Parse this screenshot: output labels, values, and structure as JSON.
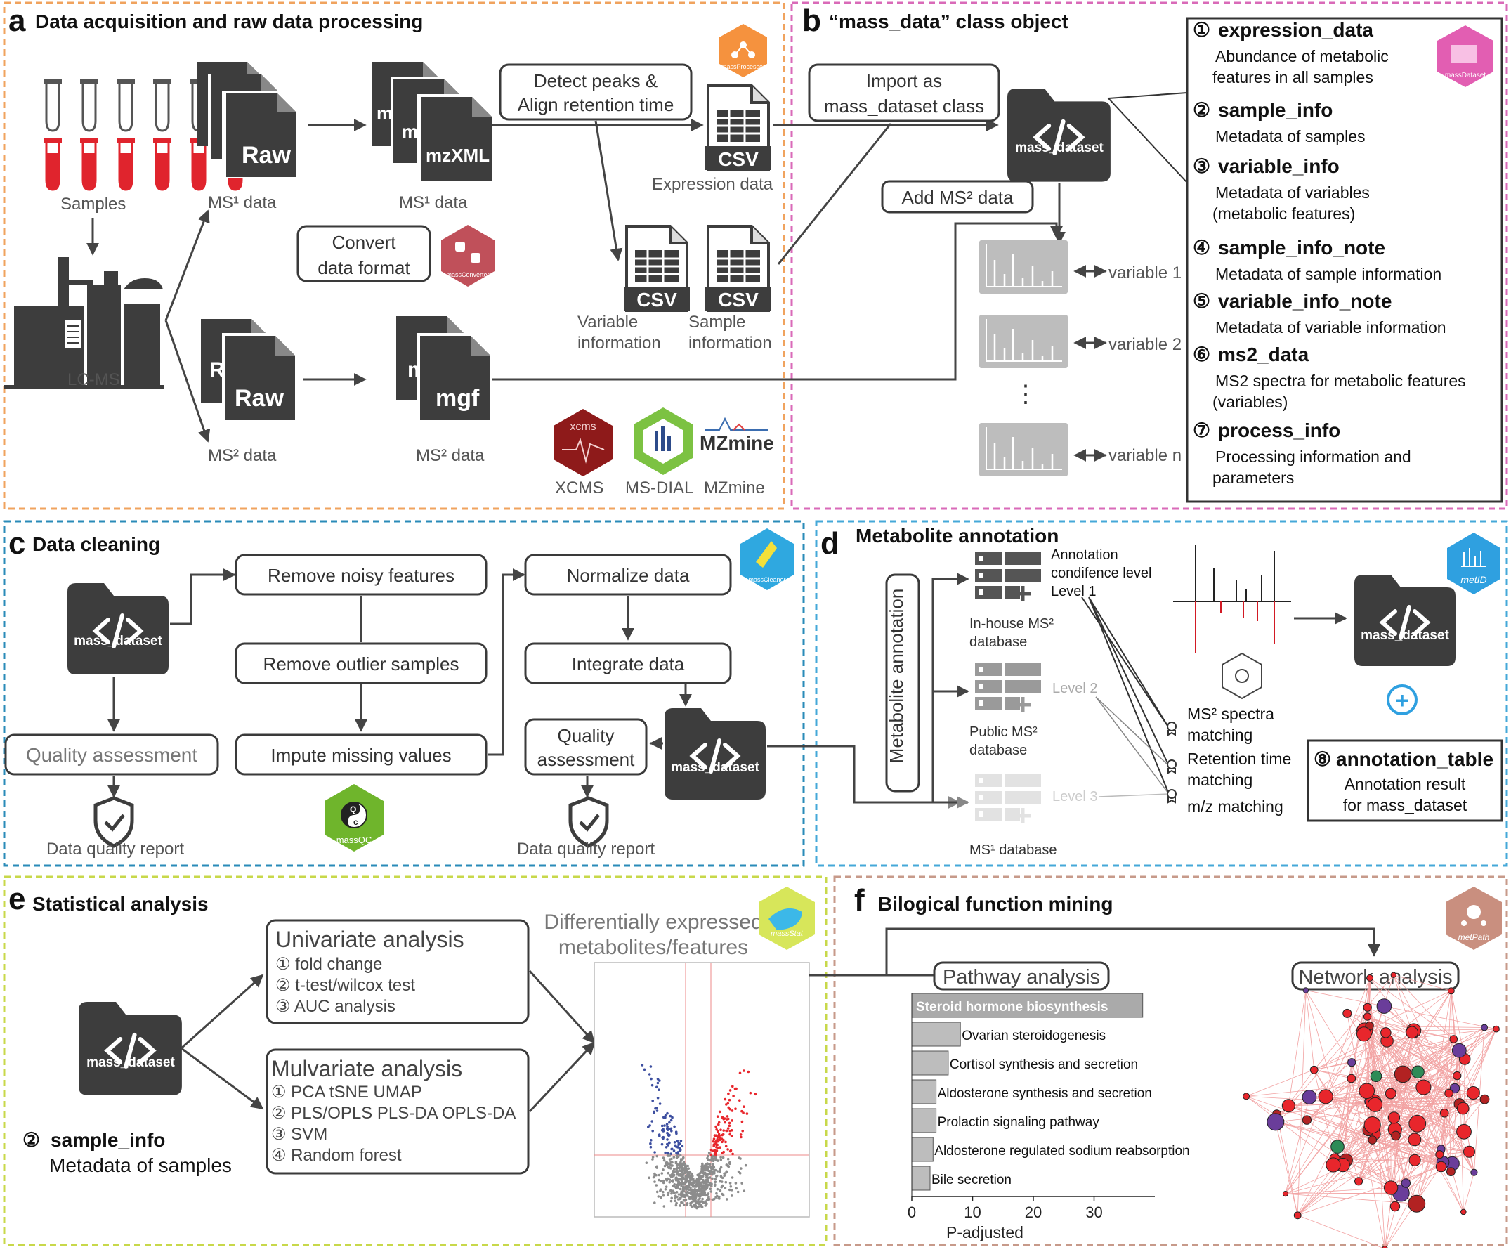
{
  "panel_a": {
    "letter": "a",
    "title": "Data acquisition and raw data processing",
    "samples": "Samples",
    "instrument": "LC-MS",
    "raw": "Raw",
    "raw_partial": "R",
    "raw_partial2": "Raw",
    "mzxml": "mzXML",
    "mz_partial": "mz",
    "mz_partial2": "mzXML",
    "mgf": "mgf",
    "mgf_partial": "mgf",
    "ms1_data": "MS¹ data",
    "ms2_data": "MS² data",
    "convert_line1": "Convert",
    "convert_line2": "data format",
    "detect_line1": "Detect peaks &",
    "detect_line2": "Align retention time",
    "csv": "CSV",
    "expression_data": "Expression data",
    "variable_line1": "Variable",
    "variable_line2": "information",
    "sample_line1": "Sample",
    "sample_line2": "information",
    "xcms_logo_text": "xcms",
    "mzmine_logo_text": "MZmine",
    "tool_xcms": "XCMS",
    "tool_msdial": "MS-DIAL",
    "tool_mzmine": "MZmine",
    "massprocesser": "massProcesser",
    "massconverter": "massConverter"
  },
  "panel_b": {
    "letter": "b",
    "title": "“mass_data” class object",
    "import_line1": "Import as",
    "import_line2": "mass_dataset class",
    "add_ms2": "Add MS² data",
    "mass_dataset": "mass_dataset",
    "variable_1": "variable 1",
    "variable_2": "variable 2",
    "variable_n": "variable n",
    "massdataset_logo": "massDataset",
    "slots": [
      {
        "num": "①",
        "name": "expression_data",
        "desc1": "Abundance of metabolic",
        "desc2": "features in all samples"
      },
      {
        "num": "②",
        "name": "sample_info",
        "desc1": "Metadata of samples",
        "desc2": ""
      },
      {
        "num": "③",
        "name": "variable_info",
        "desc1": "Metadata of variables",
        "desc2": "(metabolic features)"
      },
      {
        "num": "④",
        "name": "sample_info_note",
        "desc1": "Metadata of sample information",
        "desc2": ""
      },
      {
        "num": "⑤",
        "name": "variable_info_note",
        "desc1": "Metadata of variable information",
        "desc2": ""
      },
      {
        "num": "⑥",
        "name": "ms2_data",
        "desc1": "MS2 spectra for metabolic features",
        "desc2": "(variables)"
      },
      {
        "num": "⑦",
        "name": "process_info",
        "desc1": "Processing information and",
        "desc2": "parameters"
      }
    ]
  },
  "panel_c": {
    "letter": "c",
    "title": "Data cleaning",
    "remove_noisy": "Remove noisy features",
    "remove_outlier": "Remove outlier samples",
    "impute": "Impute missing values",
    "normalize": "Normalize data",
    "integrate": "Integrate data",
    "quality_assessment": "Quality assessment",
    "quality_line1": "Quality",
    "quality_line2": "assessment",
    "report": "Data quality report",
    "mass_dataset": "mass_dataset",
    "masscleaner": "massCleaner",
    "massqc": "massQC",
    "qc_q": "Q",
    "qc_c": "c"
  },
  "panel_d": {
    "letter": "d",
    "title": "Metabolite annotation",
    "vertical_label": "Metabolite annotation",
    "confidence_line1": "Annotation",
    "confidence_line2": "condifence level",
    "level1": "Level 1",
    "level2": "Level 2",
    "level3": "Level 3",
    "inhouse_line1": "In-house MS²",
    "inhouse_line2": "database",
    "public_line1": "Public MS²",
    "public_line2": "database",
    "ms1db": "MS¹ database",
    "ms2_line1": "MS² spectra",
    "ms2_line2": "matching",
    "rt_line1": "Retention time",
    "rt_line2": "matching",
    "mz": "m/z matching",
    "mass_dataset": "mass_dataset",
    "slot8_num": "⑧",
    "slot8_name": "annotation_table",
    "slot8_line1": "Annotation result",
    "slot8_line2": "for mass_dataset",
    "metid": "metID",
    "plus": "+"
  },
  "panel_e": {
    "letter": "e",
    "title": "Statistical analysis",
    "uni_title": "Univariate analysis",
    "uni_items": [
      "① fold change",
      "② t-test/wilcox test",
      "③ AUC analysis"
    ],
    "multi_title": "Mulvariate analysis",
    "multi_items": [
      "① PCA tSNE UMAP",
      "② PLS/OPLS PLS-DA OPLS-DA",
      "③ SVM",
      "④ Random forest"
    ],
    "deg_line1": "Differentially expressed",
    "deg_line2": "metabolites/features",
    "mass_dataset": "mass_dataset",
    "sample_num": "②",
    "sample_name": "sample_info",
    "sample_desc": "Metadata of samples",
    "massstat": "massStat"
  },
  "panel_f": {
    "letter": "f",
    "title": "Bilogical function mining",
    "pathway": "Pathway analysis",
    "network": "Network analysis",
    "metpath": "metPath",
    "xlabel": "P-adjusted"
  },
  "chart_data": {
    "type": "bar",
    "orientation": "horizontal",
    "categories": [
      "Steroid hormone biosynthesis",
      "Ovarian steroidogenesis",
      "Cortisol synthesis and secretion",
      "Aldosterone synthesis and secretion",
      "Prolactin signaling pathway",
      "Aldosterone regulated sodium reabsorption",
      "Bile secretion"
    ],
    "values": [
      38,
      8,
      6,
      4,
      4,
      3.5,
      3
    ],
    "xlabel": "P-adjusted",
    "xticks": [
      0,
      10,
      20,
      30
    ],
    "xlim": [
      0,
      40
    ],
    "colors": {
      "highlight": "#aaaaaa",
      "bar": "#bdbdbd"
    }
  },
  "colors": {
    "panel_a": "#f0a35e",
    "panel_b": "#d96ab8",
    "panel_c": "#2a8bb8",
    "panel_d": "#45a8d8",
    "panel_e": "#c8d84a",
    "panel_f": "#c79a8a",
    "red_sample": "#e0242d",
    "volcano_blue": "#3d4fa0",
    "volcano_red": "#e8262c"
  }
}
